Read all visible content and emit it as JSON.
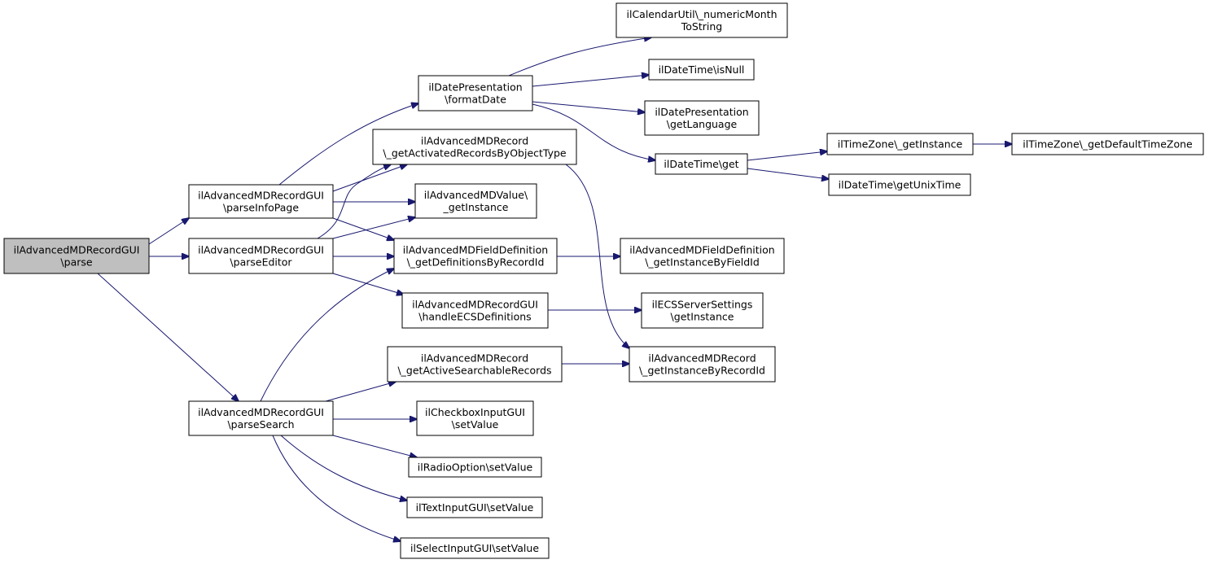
{
  "diagram": {
    "colors": {
      "edge": "#191970",
      "root_fill": "#bfbfbf",
      "node_fill": "#ffffff",
      "border": "#000000"
    },
    "nodes": [
      {
        "id": "parse",
        "lines": [
          "ilAdvancedMDRecordGUI",
          "\\parse"
        ]
      },
      {
        "id": "parseInfoPage",
        "lines": [
          "ilAdvancedMDRecordGUI",
          "\\parseInfoPage"
        ]
      },
      {
        "id": "parseEditor",
        "lines": [
          "ilAdvancedMDRecordGUI",
          "\\parseEditor"
        ]
      },
      {
        "id": "parseSearch",
        "lines": [
          "ilAdvancedMDRecordGUI",
          "\\parseSearch"
        ]
      },
      {
        "id": "formatDate",
        "lines": [
          "ilDatePresentation",
          "\\formatDate"
        ]
      },
      {
        "id": "getActivatedRecords",
        "lines": [
          "ilAdvancedMDRecord",
          "\\_getActivatedRecordsByObjectType"
        ]
      },
      {
        "id": "mdValueGetInstance",
        "lines": [
          "ilAdvancedMDValue\\",
          "_getInstance"
        ]
      },
      {
        "id": "getDefinitionsByRecordId",
        "lines": [
          "ilAdvancedMDFieldDefinition",
          "\\_getDefinitionsByRecordId"
        ]
      },
      {
        "id": "handleECS",
        "lines": [
          "ilAdvancedMDRecordGUI",
          "\\handleECSDefinitions"
        ]
      },
      {
        "id": "getActiveSearchable",
        "lines": [
          "ilAdvancedMDRecord",
          "\\_getActiveSearchableRecords"
        ]
      },
      {
        "id": "checkboxSetValue",
        "lines": [
          "ilCheckboxInputGUI",
          "\\setValue"
        ]
      },
      {
        "id": "radioSetValue",
        "lines": [
          "ilRadioOption\\setValue"
        ]
      },
      {
        "id": "textSetValue",
        "lines": [
          "ilTextInputGUI\\setValue"
        ]
      },
      {
        "id": "selectSetValue",
        "lines": [
          "ilSelectInputGUI\\setValue"
        ]
      },
      {
        "id": "numericMonth",
        "lines": [
          "ilCalendarUtil\\_numericMonth",
          "ToString"
        ]
      },
      {
        "id": "isNull",
        "lines": [
          "ilDateTime\\isNull"
        ]
      },
      {
        "id": "getLanguage",
        "lines": [
          "ilDatePresentation",
          "\\getLanguage"
        ]
      },
      {
        "id": "dateTimeGet",
        "lines": [
          "ilDateTime\\get"
        ]
      },
      {
        "id": "getInstanceByFieldId",
        "lines": [
          "ilAdvancedMDFieldDefinition",
          "\\_getInstanceByFieldId"
        ]
      },
      {
        "id": "ecsGetInstance",
        "lines": [
          "ilECSServerSettings",
          "\\getInstance"
        ]
      },
      {
        "id": "getInstanceByRecordId",
        "lines": [
          "ilAdvancedMDRecord",
          "\\_getInstanceByRecordId"
        ]
      },
      {
        "id": "tzGetInstance",
        "lines": [
          "ilTimeZone\\_getInstance"
        ]
      },
      {
        "id": "getUnixTime",
        "lines": [
          "ilDateTime\\getUnixTime"
        ]
      },
      {
        "id": "defaultTimeZone",
        "lines": [
          "ilTimeZone\\_getDefaultTimeZone"
        ]
      }
    ],
    "edges": [
      {
        "from": "parse",
        "to": "parseInfoPage"
      },
      {
        "from": "parse",
        "to": "parseEditor"
      },
      {
        "from": "parse",
        "to": "parseSearch"
      },
      {
        "from": "parseInfoPage",
        "to": "formatDate"
      },
      {
        "from": "parseInfoPage",
        "to": "getActivatedRecords"
      },
      {
        "from": "parseInfoPage",
        "to": "mdValueGetInstance"
      },
      {
        "from": "parseInfoPage",
        "to": "getDefinitionsByRecordId"
      },
      {
        "from": "parseEditor",
        "to": "getActivatedRecords"
      },
      {
        "from": "parseEditor",
        "to": "mdValueGetInstance"
      },
      {
        "from": "parseEditor",
        "to": "getDefinitionsByRecordId"
      },
      {
        "from": "parseEditor",
        "to": "handleECS"
      },
      {
        "from": "parseSearch",
        "to": "getDefinitionsByRecordId"
      },
      {
        "from": "parseSearch",
        "to": "getActiveSearchable"
      },
      {
        "from": "parseSearch",
        "to": "checkboxSetValue"
      },
      {
        "from": "parseSearch",
        "to": "radioSetValue"
      },
      {
        "from": "parseSearch",
        "to": "textSetValue"
      },
      {
        "from": "parseSearch",
        "to": "selectSetValue"
      },
      {
        "from": "formatDate",
        "to": "numericMonth"
      },
      {
        "from": "formatDate",
        "to": "isNull"
      },
      {
        "from": "formatDate",
        "to": "getLanguage"
      },
      {
        "from": "formatDate",
        "to": "dateTimeGet"
      },
      {
        "from": "getActivatedRecords",
        "to": "getInstanceByRecordId"
      },
      {
        "from": "getDefinitionsByRecordId",
        "to": "getInstanceByFieldId"
      },
      {
        "from": "handleECS",
        "to": "ecsGetInstance"
      },
      {
        "from": "getActiveSearchable",
        "to": "getInstanceByRecordId"
      },
      {
        "from": "dateTimeGet",
        "to": "tzGetInstance"
      },
      {
        "from": "dateTimeGet",
        "to": "getUnixTime"
      },
      {
        "from": "tzGetInstance",
        "to": "defaultTimeZone"
      }
    ]
  }
}
